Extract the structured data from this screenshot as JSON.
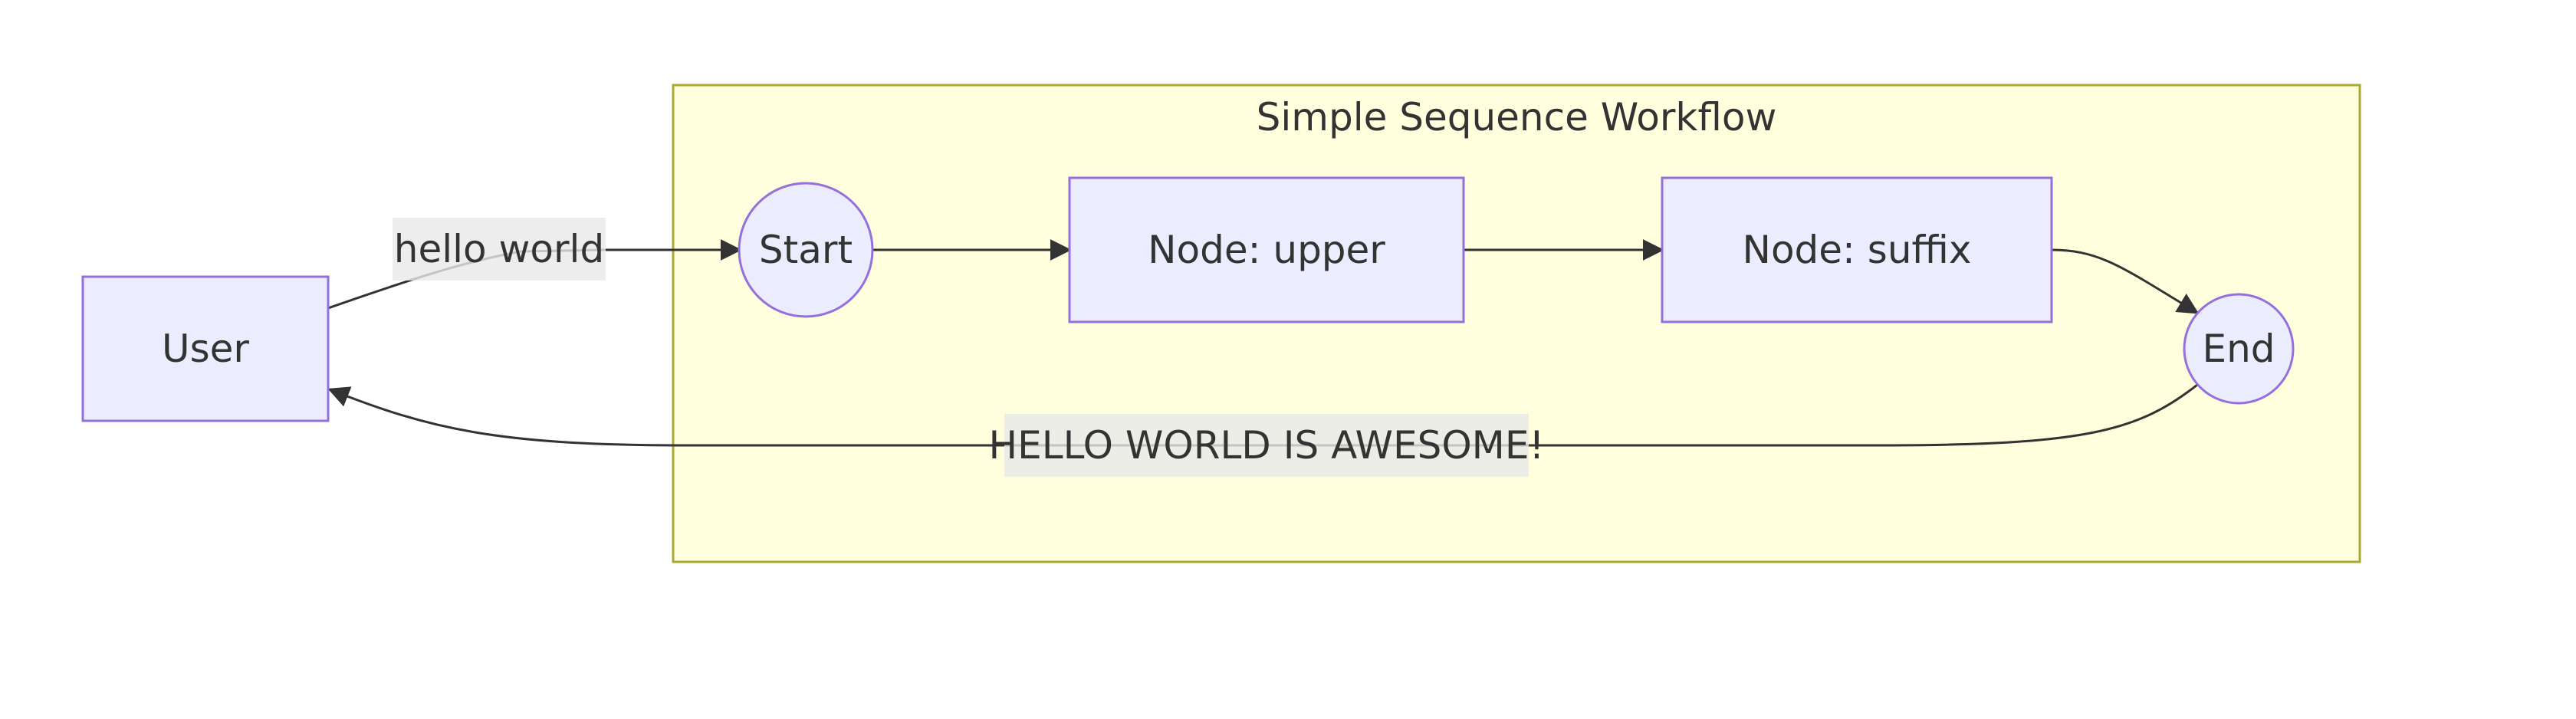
{
  "cluster": {
    "title": "Simple Sequence Workflow"
  },
  "nodes": {
    "user": "User",
    "start": "Start",
    "upper": "Node: upper",
    "suffix": "Node: suffix",
    "end": "End"
  },
  "edges": {
    "user_to_start": "hello world",
    "end_to_user": "HELLO WORLD IS AWESOME!"
  },
  "colors": {
    "node_fill": "#ececff",
    "node_stroke": "#9370db",
    "cluster_fill": "#ffffde",
    "cluster_stroke": "#aaaa33",
    "edge": "#333333",
    "text": "#333333",
    "edge_label_bg": "#e8e8e8"
  }
}
